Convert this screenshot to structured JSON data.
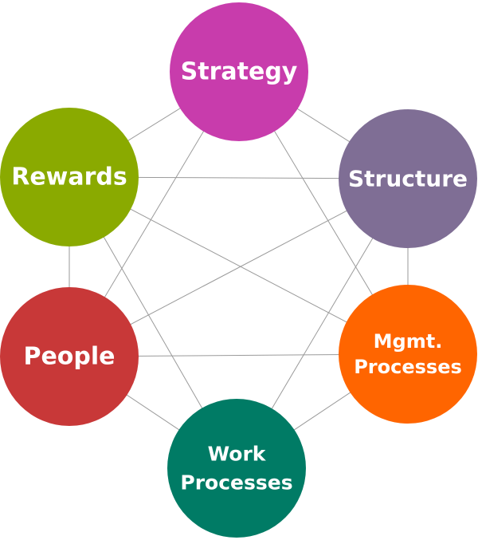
{
  "diagram": {
    "nodes": [
      {
        "id": "strategy",
        "lines": [
          "Strategy"
        ],
        "color": "#c83cac"
      },
      {
        "id": "structure",
        "lines": [
          "Structure"
        ],
        "color": "#7f6e95"
      },
      {
        "id": "mgmt",
        "lines": [
          "Mgmt.",
          "Processes"
        ],
        "color": "#ff6500"
      },
      {
        "id": "work",
        "lines": [
          "Work",
          "Processes"
        ],
        "color": "#007b65"
      },
      {
        "id": "people",
        "lines": [
          "People"
        ],
        "color": "#c83838"
      },
      {
        "id": "rewards",
        "lines": [
          "Rewards"
        ],
        "color": "#8aaa00"
      }
    ],
    "edges": [
      [
        "strategy",
        "structure"
      ],
      [
        "strategy",
        "rewards"
      ],
      [
        "strategy",
        "mgmt"
      ],
      [
        "strategy",
        "people"
      ],
      [
        "structure",
        "mgmt"
      ],
      [
        "structure",
        "rewards"
      ],
      [
        "structure",
        "work"
      ],
      [
        "structure",
        "people"
      ],
      [
        "mgmt",
        "work"
      ],
      [
        "mgmt",
        "rewards"
      ],
      [
        "mgmt",
        "people"
      ],
      [
        "work",
        "people"
      ],
      [
        "work",
        "rewards"
      ],
      [
        "people",
        "rewards"
      ]
    ],
    "edge_color": "#9a9a9a"
  }
}
